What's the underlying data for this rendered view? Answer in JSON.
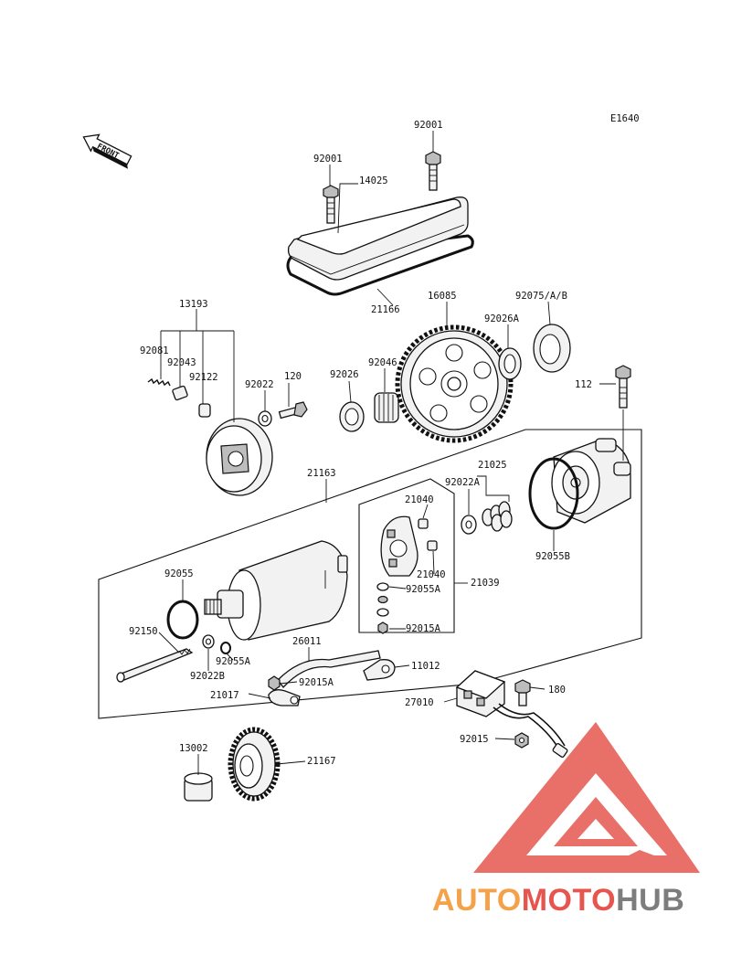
{
  "diagram_code": "E1640",
  "front_arrow_label": "FRONT",
  "part_numbers": {
    "p92001_left": "92001",
    "p92001_right": "92001",
    "p14025": "14025",
    "p21166": "21166",
    "p13193": "13193",
    "p92081": "92081",
    "p92043": "92043",
    "p92122": "92122",
    "p92022": "92022",
    "p120": "120",
    "p92026": "92026",
    "p92046": "92046",
    "p16085": "16085",
    "p92026A": "92026A",
    "p92075": "92075/A/B",
    "p112": "112",
    "p21163": "21163",
    "p92022A": "92022A",
    "p21025": "21025",
    "p21040_top": "21040",
    "p21040_bottom": "21040",
    "p92055": "92055",
    "p92055A_right": "92055A",
    "p21039": "21039",
    "p92015A_right": "92015A",
    "p92055B": "92055B",
    "p92150": "92150",
    "p92055A_left": "92055A",
    "p92022B": "92022B",
    "p26011": "26011",
    "p11012": "11012",
    "p92015A_left": "92015A",
    "p21017": "21017",
    "p180": "180",
    "p27010": "27010",
    "p92015": "92015",
    "p13002": "13002",
    "p21167": "21167"
  },
  "watermark": {
    "part1": "AUTO",
    "part2": "MOTO",
    "part3": "HUB",
    "color_orange": "#f3a24a",
    "color_red": "#e6564f",
    "color_gray": "#7d7d7d"
  }
}
